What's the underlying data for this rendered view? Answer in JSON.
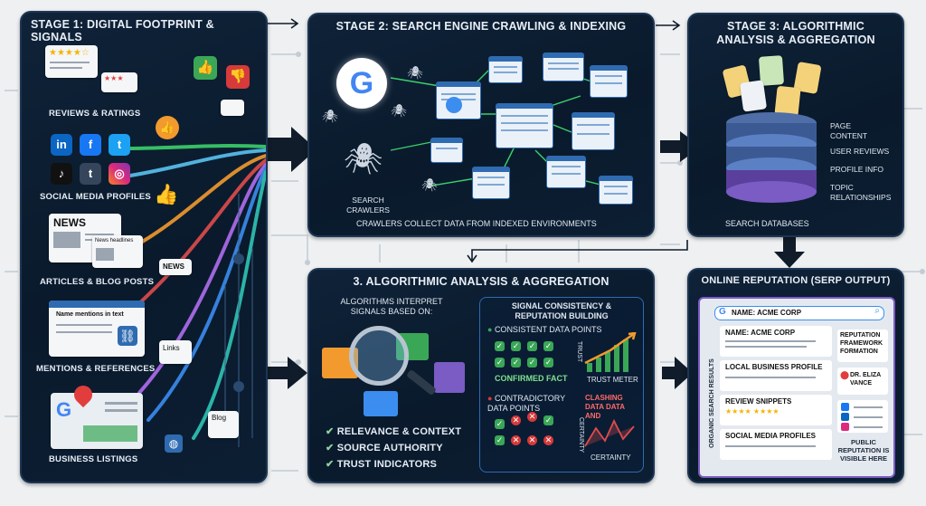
{
  "stage1": {
    "title": "Stage 1: Digital Footprint & Signals",
    "reviews": "Reviews & Ratings",
    "social": "Social Media Profiles",
    "articles": "Articles & Blog Posts",
    "news_badge": "NEWS",
    "news_card": "NEWS",
    "news_headlines": "News headlines",
    "mentions": "Mentions & References",
    "mentions_card": "Name mentions in text",
    "links_badge": "Links",
    "blog_badge": "Blog",
    "business": "Business Listings"
  },
  "stage2": {
    "title": "Stage 2: Search Engine Crawling & Indexing",
    "crawlers": "Search Crawlers",
    "caption": "Crawlers collect data from indexed environments"
  },
  "stage3": {
    "title": "Stage 3: Algorithmic Analysis & Aggregation",
    "labels": [
      "Page Content",
      "User Reviews",
      "Profile Info",
      "Topic Relationships"
    ],
    "databases": "Search Databases"
  },
  "analysis": {
    "title": "3. Algorithmic Analysis & Aggregation",
    "interpret": "Algorithms interpret signals based on:",
    "criteria": [
      "Relevance & Context",
      "Source Authority",
      "Trust Indicators"
    ],
    "consistency_title": "Signal Consistency & Reputation Building",
    "consistent": "Consistent Data Points",
    "confirmed": "Confirmed Fact",
    "trust_side": "Trust",
    "trust_meter": "Trust Meter",
    "contradictory": "Contradictory Data Points",
    "clashing": "Clashing data data and",
    "certainty_side": "Certainty",
    "certainty": "Certainty"
  },
  "reputation": {
    "title": "Online Reputation (SERP Output)",
    "search_value": "NAME: ACME CORP",
    "vertical": "Organic Search Results",
    "results": [
      "Name: Acme Corp",
      "Local Business Profile",
      "Review Snippets",
      "Social Media Profiles"
    ],
    "framework": "Reputation Framework Formation",
    "person": "Dr. Eliza Vance",
    "visible": "Public reputation is visible here"
  },
  "colors": {
    "panel": "#0f2238",
    "green": "#3aa757",
    "red": "#d63a3a",
    "accent_blue": "#2f6bb0"
  }
}
